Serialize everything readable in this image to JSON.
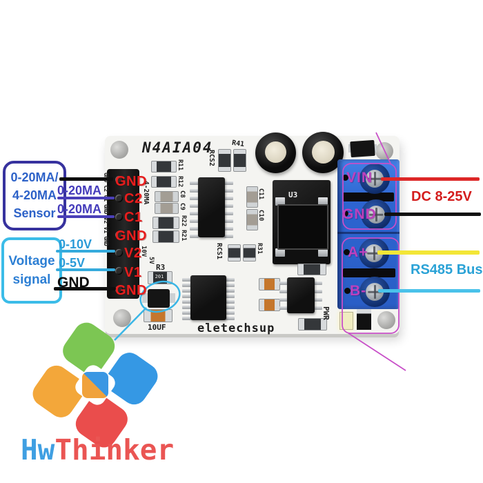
{
  "annotations": {
    "sensor_box": [
      "0-20MA/",
      "4-20MA",
      "Sensor"
    ],
    "sensor_wire_labels": [
      "0-20MA",
      "0-20MA"
    ],
    "voltage_box": [
      "Voltage",
      "signal"
    ],
    "voltage_wire_labels": [
      "0-10V",
      "0-5V"
    ],
    "gnd_wire_label": "GND",
    "pin_labels": [
      "GND",
      "C2",
      "C1",
      "GND",
      "V2",
      "V1",
      "GND"
    ],
    "terminal_labels": [
      "VIN",
      "GND",
      "A+",
      "B-"
    ],
    "power_label": "DC 8-25V",
    "bus_label": "RS485 Bus"
  },
  "board": {
    "title": "N4AIA04",
    "brand": "eletechsup",
    "silkscreen": {
      "r41": "R41",
      "rcs2": "RCS2",
      "r11": "R11",
      "r12": "R12",
      "c8": "C8",
      "c9": "C9",
      "r22": "R22",
      "r21": "R21",
      "r3": "R3",
      "r3_marking": "201",
      "c11": "C11",
      "c10": "C10",
      "rcs1": "RCS1",
      "r31": "R31",
      "u3": "U3",
      "cap_value": "10UF",
      "pwr": "PWR",
      "range_4_20": "4-20MA",
      "range_10v": "10V",
      "range_5v": "5V",
      "header_side": "GND C2 C1 GND V2 V1 GND"
    }
  },
  "logo": {
    "part1": "Hw",
    "part2": "Thinker"
  },
  "colors": {
    "wire_red": "#dd2727",
    "wire_black": "#0e0e0e",
    "wire_yellow": "#f3e637",
    "wire_cyan": "#4ac2ea",
    "wire_indigo": "#4a3fb8",
    "label_red": "#e81d1d",
    "label_magenta": "#bd41bd",
    "label_blue": "#2d62c8",
    "box_indigo": "#37329e",
    "box_cyan": "#3bbce8",
    "terminal_blue": "#2d64d0",
    "bus_label": "#2aa2d6",
    "power_label": "#d41d1d",
    "logo_blue": "#3f9fe2",
    "logo_red": "#ea5553",
    "logo_green": "#7cc653",
    "logo_orange": "#f3a73a"
  }
}
